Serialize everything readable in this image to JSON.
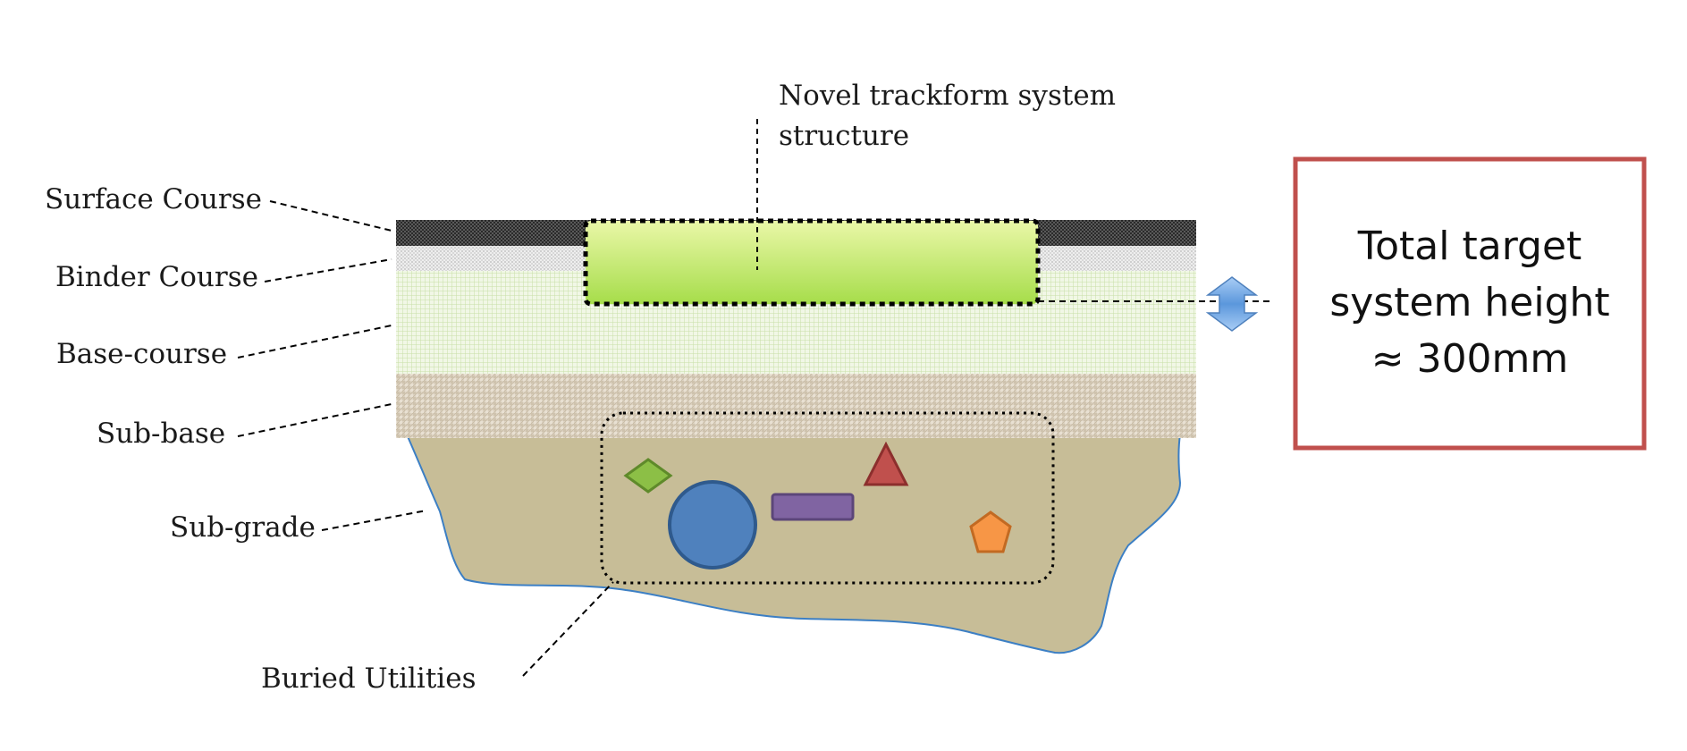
{
  "layers": {
    "surface_course": "Surface Course",
    "binder_course": "Binder Course",
    "base_course": "Base-course",
    "sub_base": "Sub-base",
    "sub_grade": "Sub-grade"
  },
  "trackform_label": {
    "line1": "Novel trackform system",
    "line2": "structure"
  },
  "utilities_label": "Buried Utilities",
  "height_box": {
    "line1": "Total target",
    "line2": "system height",
    "line3": "≈ 300mm"
  },
  "colors": {
    "trackform_fill_top": "#eaf7a8",
    "trackform_fill_bottom": "#a6dd4a",
    "surface": "#4a4a4a",
    "binder": "#d9d9d9",
    "base": "#e9f3d8",
    "sub_base": "#ddd3c2",
    "sub_grade": "#c7bd97",
    "sub_grade_outline": "#3c7fc4",
    "box_border": "#c0504d",
    "arrow": "#6fa8e6",
    "utility_diamond": "#8cbf46",
    "utility_circle": "#4f81bd",
    "utility_rect": "#8064a2",
    "utility_triangle": "#c0504d",
    "utility_pentagon": "#f79646"
  },
  "icons": {
    "height_arrow": "double-vertical-arrow-icon",
    "diamond": "diamond-icon",
    "circle": "circle-icon",
    "rectangle": "rectangle-icon",
    "triangle": "triangle-icon",
    "pentagon": "pentagon-icon"
  }
}
